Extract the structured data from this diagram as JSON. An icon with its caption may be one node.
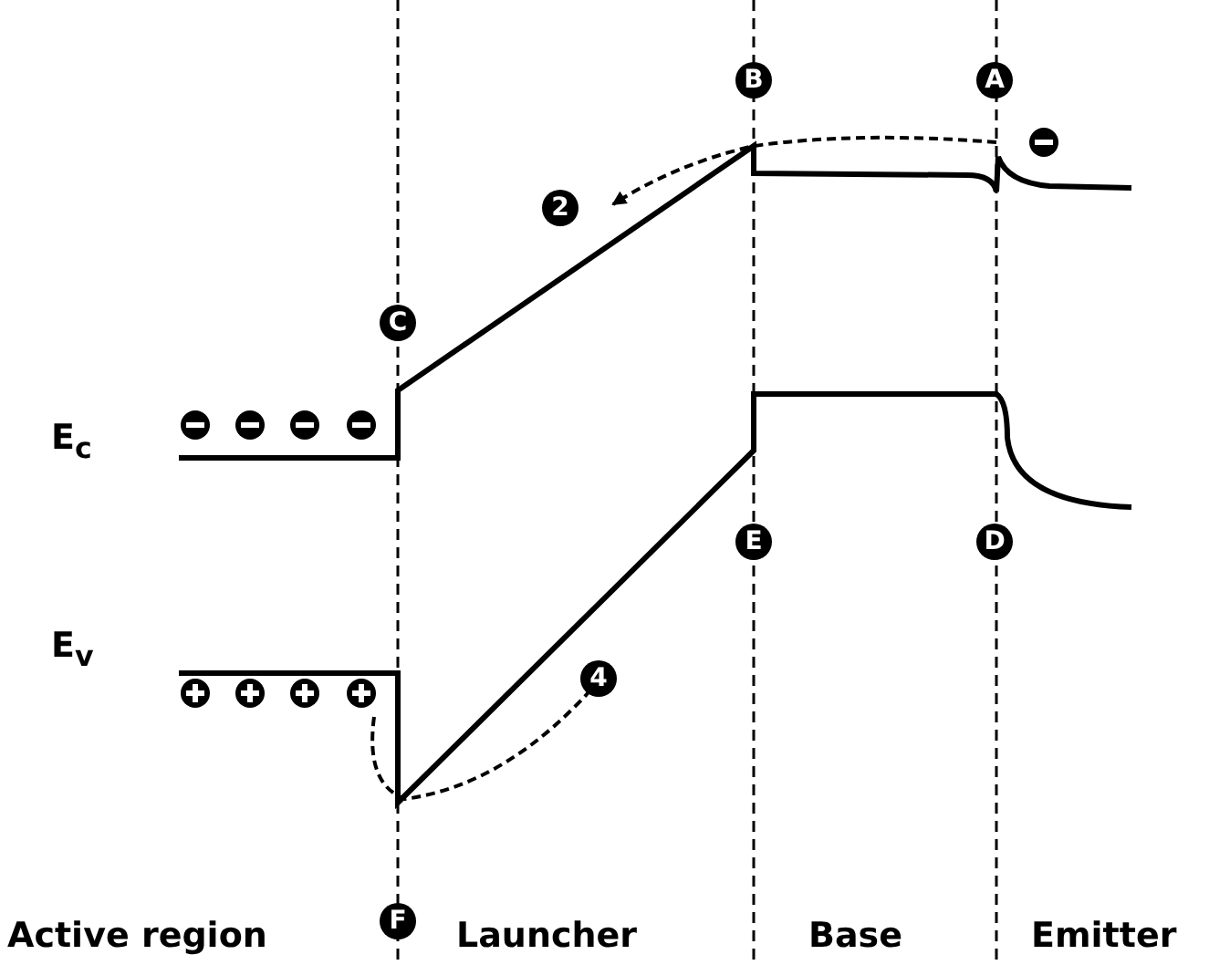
{
  "diagram": {
    "nodes": [
      {
        "text": [
          "B"
        ]
      },
      {
        "text": [
          "A"
        ]
      },
      {
        "text": [
          "2"
        ]
      },
      {
        "text": [
          "C"
        ]
      },
      {
        "text": [
          "E"
        ]
      },
      {
        "text": [
          "D"
        ]
      },
      {
        "text": [
          "4"
        ]
      },
      {
        "text": [
          "F"
        ]
      }
    ],
    "labels": [
      "E$_{c}$",
      "E$_{v}$",
      "Active region",
      "Launcher",
      "Base",
      "Emitter"
    ]
  }
}
